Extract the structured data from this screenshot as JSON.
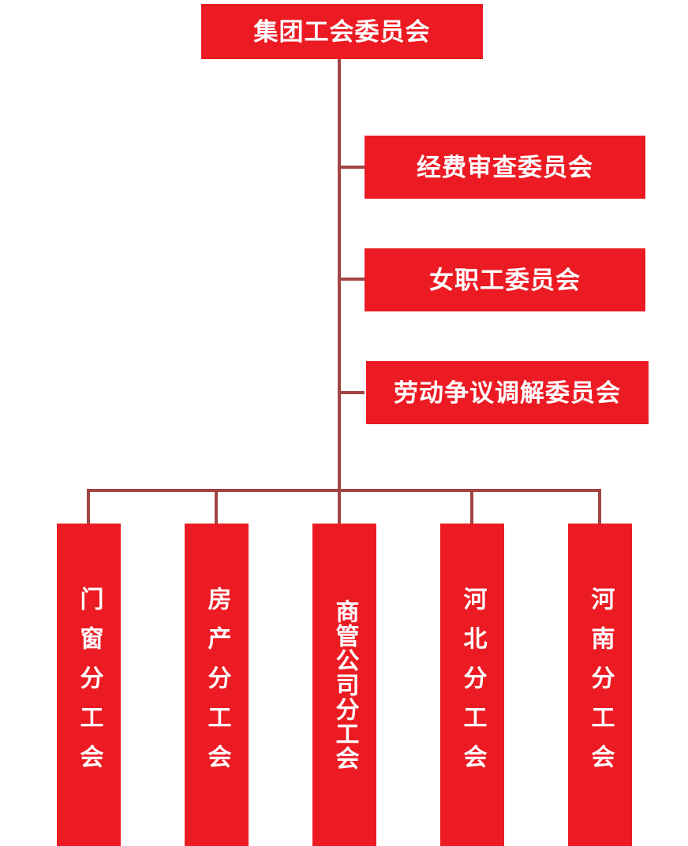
{
  "org_chart": {
    "root": {
      "label": "集团工会委员会"
    },
    "committees": [
      {
        "label": "经费审查委员会"
      },
      {
        "label": "女职工委员会"
      },
      {
        "label": "劳动争议调解委员会"
      }
    ],
    "branches": [
      {
        "label": "门窗分工会"
      },
      {
        "label": "房产分工会"
      },
      {
        "label": "商管公司分工会"
      },
      {
        "label": "河北分工会"
      },
      {
        "label": "河南分工会"
      }
    ],
    "colors": {
      "node_fill": "#EC1B23",
      "connector": "#A24444",
      "node_text": "#FFFFFF",
      "background": "#FFFFFF"
    }
  }
}
